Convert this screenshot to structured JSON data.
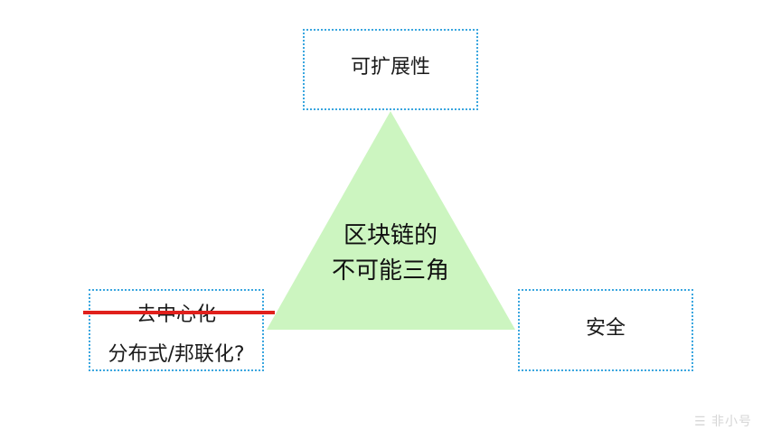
{
  "diagram": {
    "title_line1": "区块链的",
    "title_line2": "不可能三角",
    "vertices": {
      "top": {
        "label": "可扩展性"
      },
      "left": {
        "label_struck": "去中心化",
        "label_alt": "分布式/邦联化?"
      },
      "right": {
        "label": "安全"
      }
    },
    "colors": {
      "triangle_fill": "#ccf5c0",
      "box_border": "#3aa6df",
      "strike_line": "#e0201c"
    }
  },
  "watermark": {
    "text": "非小号",
    "icon": "feixiaohao-logo-icon"
  }
}
